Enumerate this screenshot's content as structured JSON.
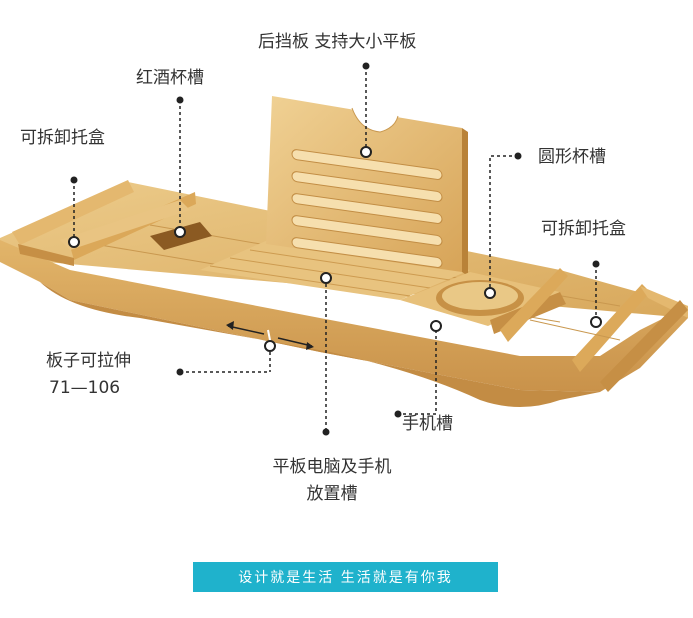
{
  "labels": {
    "back_panel": "后挡板 支持大小平板",
    "wine_slot": "红酒杯槽",
    "left_tray": "可拆卸托盒",
    "round_cup": "圆形杯槽",
    "right_tray": "可拆卸托盒",
    "extend_line1": "板子可拉伸",
    "extend_line2": "71—106",
    "phone_slot": "手机槽",
    "tablet_line1": "平板电脑及手机",
    "tablet_line2": "放置槽"
  },
  "banner": {
    "text": "设计就是生活 生活就是有你我"
  },
  "colors": {
    "wood_light": "#e8c27c",
    "wood_mid": "#d9a95a",
    "wood_dark": "#b9853a",
    "banner": "#1fb2cc",
    "marker": "#222222"
  }
}
